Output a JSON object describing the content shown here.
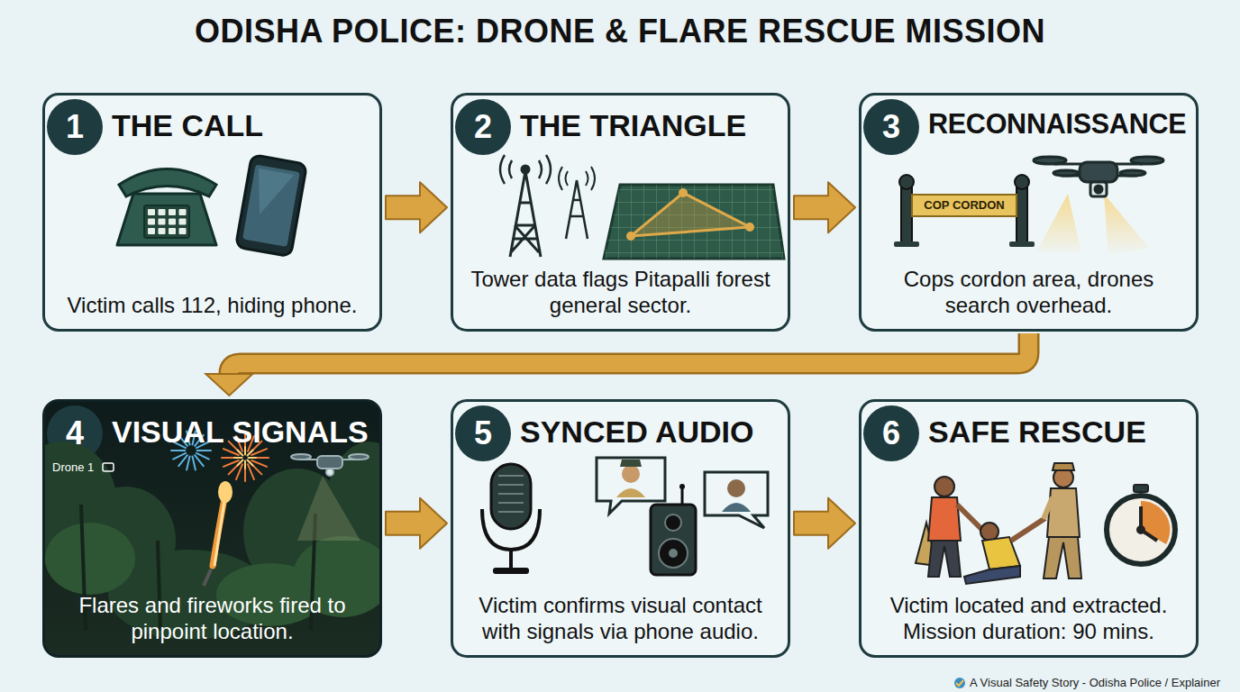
{
  "diagram": {
    "title": "ODISHA POLICE: DRONE & FLARE RESCUE MISSION",
    "caption": "A Visual Safety Story - Odisha Police / Explainer",
    "nodes": [
      {
        "text": [
          "THE CALL",
          "Victim calls 112, hiding phone."
        ]
      },
      {
        "text": [
          "1"
        ],
        "in": 0
      },
      {
        "text": [
          "THE TRIANGLE",
          "Tower data flags Pitapalli forest general sector."
        ]
      },
      {
        "text": [
          "2"
        ],
        "in": 2
      },
      {
        "text": [
          "RECONNAISSANCE",
          "Cops cordon area, drones search overhead."
        ]
      },
      {
        "text": [
          "3"
        ],
        "in": 4
      },
      {
        "text": [
          "VISUAL SIGNALS",
          "Flares and fireworks fired to pinpoint location."
        ]
      },
      {
        "text": [
          "4"
        ],
        "in": 6
      },
      {
        "text": [
          "SYNCED AUDIO",
          "Victim confirms visual contact with signals via phone audio."
        ]
      },
      {
        "text": [
          "5"
        ],
        "in": 8
      },
      {
        "text": [
          "SAFE RESCUE",
          "Victim located and extracted. Mission duration: 90 mins."
        ]
      },
      {
        "text": [
          "6"
        ],
        "in": 10
      }
    ],
    "edges": [
      {
        "from": 0,
        "to": 2,
        "arrow": "to"
      },
      {
        "from": 2,
        "to": 4,
        "arrow": "to"
      },
      {
        "from": 4,
        "to": 6,
        "arrow": "to"
      },
      {
        "from": 6,
        "to": 8,
        "arrow": "to"
      },
      {
        "from": 8,
        "to": 10,
        "arrow": "to"
      }
    ],
    "labels": [
      "COP CORDON",
      "Drone 1"
    ]
  }
}
